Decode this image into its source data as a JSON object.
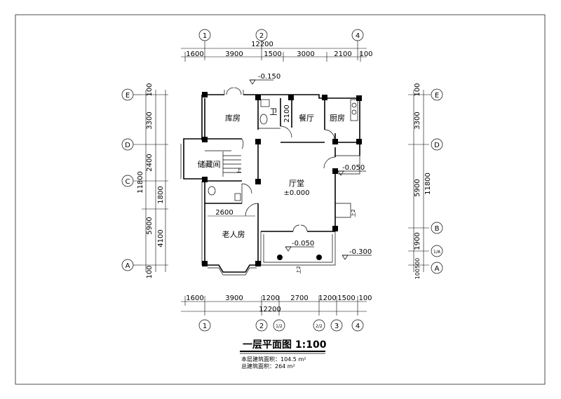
{
  "drawing": {
    "title": "一层平面图 1:100",
    "area_note_1": "本层建筑面积：104.5 m²",
    "area_note_2": "总建筑面积：264 m²"
  },
  "grid_labels": {
    "top": [
      "1",
      "2",
      "4"
    ],
    "bottom": [
      "1",
      "2",
      "1/2",
      "2/2",
      "3",
      "4"
    ],
    "left": [
      "E",
      "D",
      "C",
      "A"
    ],
    "right": [
      "E",
      "D",
      "B",
      "1/A",
      "A"
    ]
  },
  "dimensions": {
    "top_total": "12200",
    "top_segments": [
      "1600",
      "3900",
      "1500",
      "3000",
      "2100",
      "100"
    ],
    "bottom_total": "12200",
    "bottom_segments": [
      "1600",
      "3900",
      "1200",
      "2700",
      "1200",
      "1500",
      "100"
    ],
    "left_segments": [
      "100",
      "3300",
      "2400",
      "1800",
      "4100",
      "100"
    ],
    "left_total": "11800",
    "left_extra": "5900",
    "right_segments": [
      "100",
      "3300",
      "5900",
      "1900",
      "100500"
    ],
    "right_total": "11800",
    "inner_2100": "2100",
    "inner_2600": "2600"
  },
  "rooms": {
    "storage_room": "库房",
    "bathroom": "卫",
    "dining": "餐厅",
    "kitchen": "厨房",
    "store_closet": "储藏间",
    "hall": "厅堂",
    "hall_level": "±0.000",
    "elder_room": "老人房"
  },
  "levels": {
    "entry_top": "-0.150",
    "side_entry": "-0.050",
    "terrace": "-0.050",
    "terrace_outer": "-0.300"
  },
  "marks": {
    "stair_dn": "上",
    "side_mark": "上2",
    "terrace_mark": "上2"
  }
}
